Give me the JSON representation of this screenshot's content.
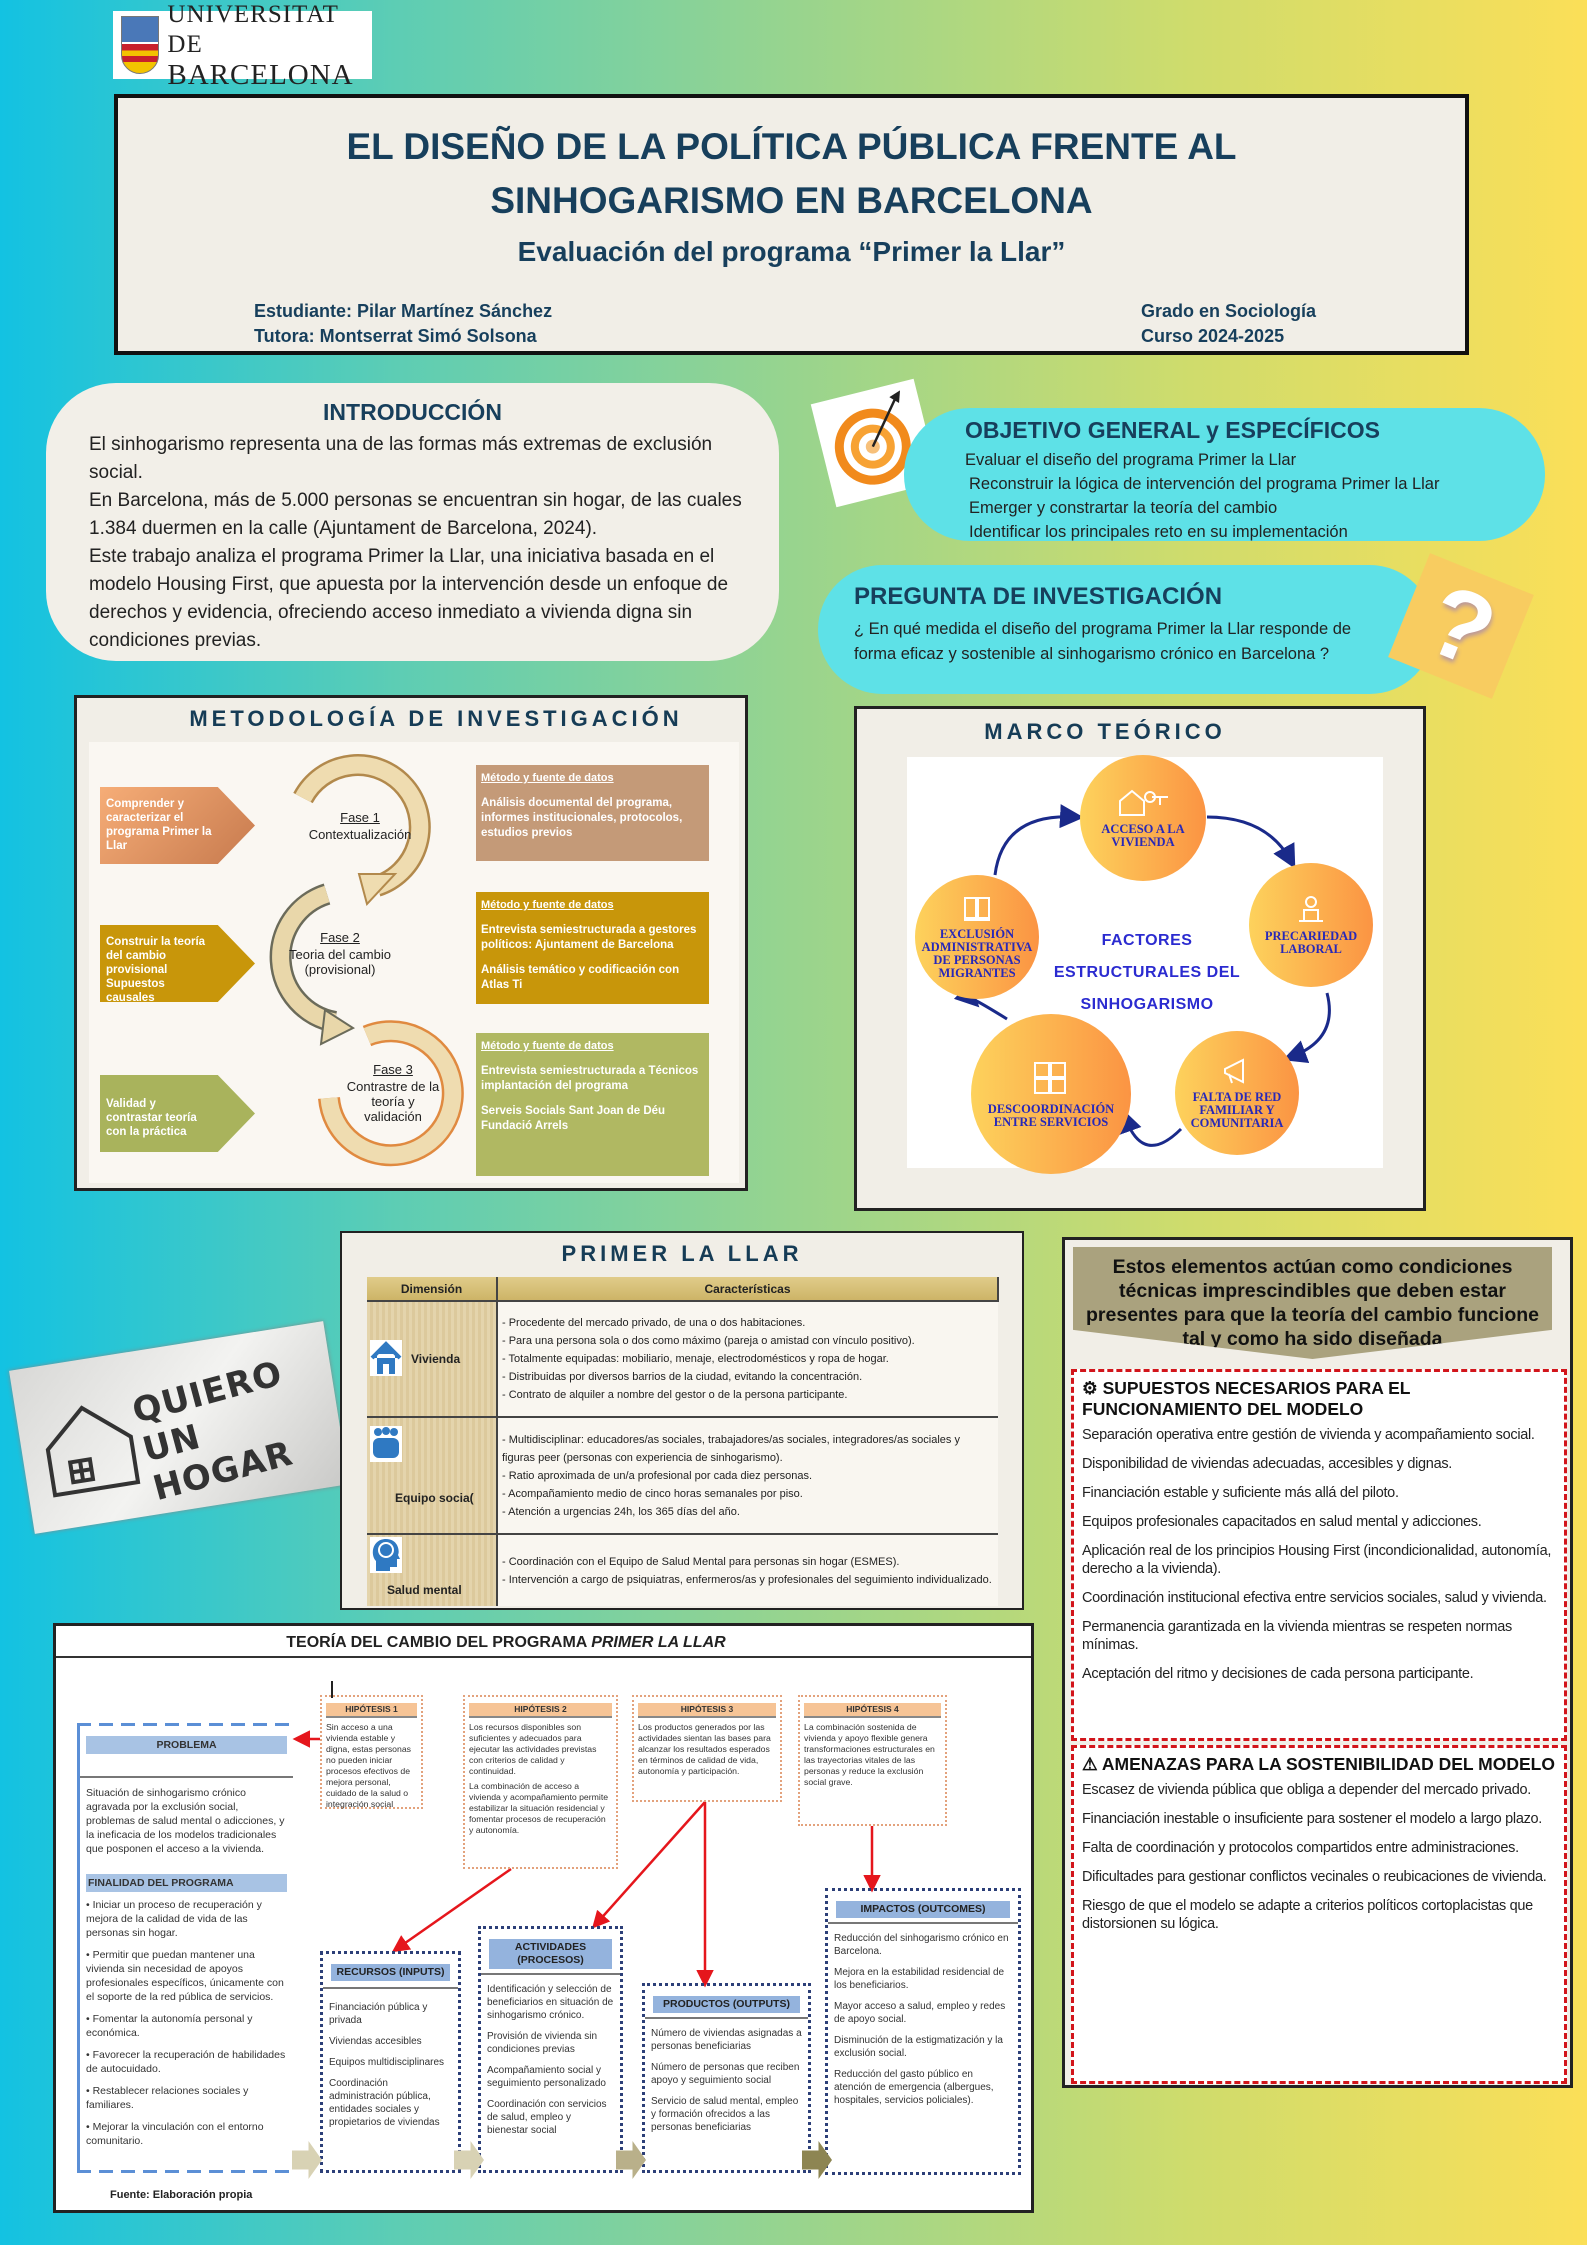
{
  "logo": {
    "line1": "UNIVERSITAT DE",
    "line2": "BARCELONA"
  },
  "header": {
    "title_line1": "EL DISEÑO DE LA POLÍTICA PÚBLICA FRENTE AL",
    "title_line2": "SINHOGARISMO EN BARCELONA",
    "subtitle": "Evaluación del programa “Primer la Llar”",
    "student": "Estudiante: Pilar Martínez Sánchez",
    "tutor": "Tutora: Montserrat Simó Solsona",
    "degree": "Grado en Sociología",
    "course": "Curso 2024-2025"
  },
  "intro": {
    "heading": "INTRODUCCIÓN",
    "paragraphs": [
      "El sinhogarismo representa una de las formas más extremas de exclusión social.",
      "En Barcelona, más de 5.000 personas se encuentran sin hogar, de las cuales 1.384 duermen en la calle (Ajuntament de Barcelona, 2024).",
      "Este trabajo analiza el programa Primer la Llar, una iniciativa basada en el modelo Housing First, que apuesta por la intervención desde un enfoque de derechos y evidencia, ofreciendo acceso inmediato a vivienda digna sin condiciones previas."
    ]
  },
  "objetivos": {
    "heading": "OBJETIVO GENERAL y ESPECÍFICOS",
    "general": "Evaluar el diseño del programa Primer la Llar",
    "specific": [
      "Reconstruir la lógica de intervención del programa Primer la Llar",
      "Emerger y constrartar la teoría del cambio",
      "Identificar los principales reto en su implementación"
    ]
  },
  "pregunta": {
    "heading": "PREGUNTA DE INVESTIGACIÓN",
    "text": "¿ En qué medida el diseño del programa Primer la Llar responde de forma eficaz y sostenible al sinhogarismo crónico en Barcelona ?",
    "icon": "question-mark-icon"
  },
  "metodologia": {
    "title": "METODOLOGÍA DE INVESTIGACIÓN",
    "goals": [
      "Comprender y caracterizar el programa Primer la Llar",
      "Construir la teoría del cambio provisional Supuestos causales",
      "Validad y contrastar teoría con la práctica"
    ],
    "phases": [
      {
        "label": "Fase 1",
        "name": "Contextualización"
      },
      {
        "label": "Fase 2",
        "name": "Teoria del cambio (provisional)"
      },
      {
        "label": "Fase 3",
        "name": "Contrastre de la teoría y validación"
      }
    ],
    "methods": [
      {
        "heading": "Método y fuente de datos",
        "lines": [
          "Análisis documental del programa, informes institucionales, protocolos, estudios previos"
        ]
      },
      {
        "heading": "Método y fuente de datos",
        "lines": [
          "Entrevista semiestructurada a gestores políticos: Ajuntament de Barcelona",
          "Análisis temático y codificación con Atlas Ti"
        ]
      },
      {
        "heading": "Método y fuente de datos",
        "lines": [
          "Entrevista semiestructurada a Técnicos implantación del programa",
          "Serveis Socials  Sant Joan de Déu Fundació Arrels"
        ]
      }
    ],
    "colors": [
      "#e99a66",
      "#c8960a",
      "#a9b35c"
    ]
  },
  "marco": {
    "title": "MARCO TEÓRICO",
    "center": [
      "FACTORES",
      "ESTRUCTURALES DEL",
      "SINHOGARISMO"
    ],
    "factors": [
      {
        "label": "ACCESO A LA VIVIENDA",
        "icon": "house-key-icon"
      },
      {
        "label": "PRECARIEDAD LABORAL",
        "icon": "worker-icon"
      },
      {
        "label": "FALTA DE RED FAMILIAR Y COMUNITARIA",
        "icon": "megaphone-icon"
      },
      {
        "label": "DESCOORDINACIÓN ENTRE SERVICIOS",
        "icon": "puzzle-icon"
      },
      {
        "label": "EXCLUSIÓN ADMINISTRATIVA DE PERSONAS MIGRANTES",
        "icon": "book-icon"
      }
    ]
  },
  "primer_llar": {
    "title": "PRIMER LA LLAR",
    "headers": [
      "Dimensión",
      "Características"
    ],
    "rows": [
      {
        "dimension": "Vivienda",
        "icon": "house-icon",
        "items": [
          "- Procedente del mercado privado, de una o dos habitaciones.",
          "- Para una persona sola o dos como máximo (pareja o amistad con vínculo positivo).",
          "- Totalmente equipadas: mobiliario, menaje, electrodomésticos y ropa de hogar.",
          "- Distribuidas por diversos barrios de la ciudad, evitando la concentración.",
          "- Contrato de alquiler a nombre del gestor o de la persona participante."
        ]
      },
      {
        "dimension": "Equipo socia(",
        "icon": "team-icon",
        "items": [
          "- Multidisciplinar: educadores/as sociales, trabajadores/as sociales, integradores/as sociales y figuras peer (personas con experiencia de sinhogarismo).",
          "- Ratio aproximada de un/a profesional por cada diez personas.",
          "- Acompañamiento medio de cinco horas semanales por piso.",
          "- Atención a urgencias 24h, los 365 días del año."
        ]
      },
      {
        "dimension": "Salud mental",
        "icon": "brain-head-icon",
        "items": [
          "- Coordinación con el Equipo de Salud Mental para personas sin hogar (ESMES).",
          "- Intervención a cargo de psiquiatras, enfermeros/as y profesionales del seguimiento individualizado."
        ]
      }
    ]
  },
  "quiero_hogar": {
    "line1": "QUIERO",
    "line2": "UN HOGAR"
  },
  "condiciones": {
    "header": "Estos elementos actúan como condiciones técnicas imprescindibles que deben estar presentes para que la teoría del cambio funcione tal y como ha sido diseñada",
    "supuestos_heading": "SUPUESTOS NECESARIOS PARA EL FUNCIONAMIENTO DEL MODELO",
    "supuestos": [
      "Separación operativa entre gestión de vivienda y acompañamiento social.",
      "Disponibilidad de viviendas adecuadas, accesibles y dignas.",
      "Financiación estable y suficiente más allá del piloto.",
      "Equipos profesionales capacitados en salud mental y adicciones.",
      "Aplicación real de los principios Housing First (incondicionalidad, autonomía, derecho a la vivienda).",
      "Coordinación institucional efectiva entre servicios sociales, salud y vivienda.",
      " Permanencia garantizada en la vivienda mientras se respeten normas mínimas.",
      "Aceptación del ritmo y decisiones de cada persona participante."
    ],
    "amenazas_heading": "AMENAZAS PARA LA SOSTENIBILIDAD DEL MODELO",
    "amenazas": [
      "Escasez de vivienda pública que obliga a depender del mercado privado.",
      "Financiación inestable o insuficiente para sostener el modelo a largo plazo.",
      "Falta de coordinación y protocolos compartidos entre administraciones.",
      "Dificultades para gestionar conflictos vecinales o reubicaciones de vivienda.",
      "Riesgo de que el modelo se adapte a criterios políticos cortoplacistas que distorsionen su lógica."
    ]
  },
  "toc": {
    "title": "TEORÍA DEL CAMBIO DEL PROGRAMA ",
    "title_em": "PRIMER LA LLAR",
    "problema_heading": "PROBLEMA",
    "problema_text": "Situación de sinhogarismo crónico agravada por la exclusión social, problemas de salud mental o adicciones, y la ineficacia de los modelos tradicionales que posponen el acceso a la vivienda.",
    "finalidad_heading": "FINALIDAD DEL PROGRAMA",
    "finalidad": [
      "•  Iniciar un proceso de recuperación y mejora de la calidad de vida de las personas sin hogar.",
      "•  Permitir que puedan mantener una vivienda sin necesidad de apoyos profesionales específicos, únicamente con el soporte de la red pública de servicios.",
      "•  Fomentar la autonomía personal y económica.",
      "•  Favorecer la recuperación de habilidades de autocuidado.",
      "•  Restablecer relaciones sociales y familiares.",
      "•  Mejorar la vinculación con el entorno comunitario."
    ],
    "hypotheses": [
      {
        "heading": "HIPÓTESIS 1",
        "paras": [
          "Sin acceso a una vivienda estable y digna, estas personas no pueden iniciar procesos efectivos de mejora personal, cuidado de la salud o integración social"
        ]
      },
      {
        "heading": "HIPÓTESIS 2",
        "paras": [
          "Los recursos disponibles son suficientes y adecuados para ejecutar las actividades previstas con criterios de calidad y continuidad.",
          "La combinación de acceso a vivienda y acompañamiento permite estabilizar la situación residencial y fomentar procesos de recuperación y autonomía."
        ]
      },
      {
        "heading": "HIPÓTESIS 3",
        "paras": [
          "Los productos generados por las actividades sientan las bases para alcanzar los resultados esperados en términos de calidad de vida, autonomía y participación."
        ]
      },
      {
        "heading": "HIPÓTESIS 4",
        "paras": [
          "La combinación sostenida de vivienda y apoyo flexible genera transformaciones estructurales en las trayectorias vitales de las personas y reduce la exclusión social grave."
        ]
      }
    ],
    "recursos": {
      "heading": "RECURSOS (INPUTS)",
      "items": [
        "Financiación pública y privada",
        "Viviendas accesibles",
        "Equipos multidisciplinares",
        "Coordinación administración pública, entidades sociales y propietarios de viviendas"
      ]
    },
    "actividades": {
      "heading": "ACTIVIDADES (PROCESOS)",
      "items": [
        "Identificación y selección de beneficiarios en situación de sinhogarismo crónico.",
        "Provisión de vivienda sin condiciones previas",
        "Acompañamiento social y seguimiento personalizado",
        "Coordinación con servicios de salud, empleo y bienestar social"
      ]
    },
    "productos": {
      "heading": "PRODUCTOS (OUTPUTS)",
      "items": [
        "Número de viviendas asignadas a personas beneficiarias",
        "Número de personas que reciben apoyo y seguimiento social",
        "Servicio de salud mental, empleo y formación ofrecidos a las personas beneficiarias"
      ]
    },
    "impactos": {
      "heading": "IMPACTOS (OUTCOMES)",
      "items": [
        "Reducción del sinhogarismo crónico en Barcelona.",
        "Mejora en la estabilidad residencial de los beneficiarios.",
        "Mayor acceso a salud, empleo y redes de apoyo social.",
        "Disminución de la estigmatización y la exclusión social.",
        "Reducción del gasto público en atención de emergencia (albergues, hospitales, servicios policiales)."
      ]
    },
    "fuente": "Fuente: Elaboración propia"
  }
}
